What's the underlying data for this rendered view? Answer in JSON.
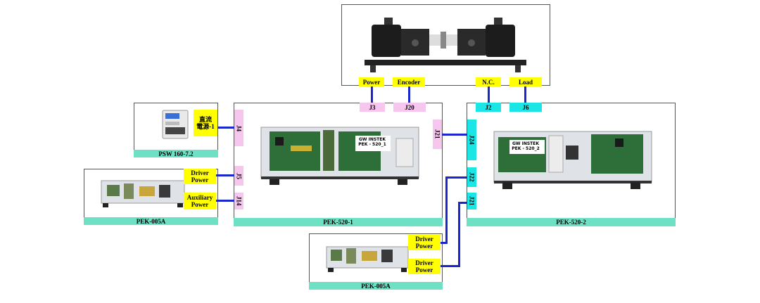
{
  "colors": {
    "label": "#ffff00",
    "connector_cyan": "#1ce5e5",
    "connector_pink": "#f7c6ee",
    "caption": "#6ee0c4",
    "wire": "#1a27cc"
  },
  "motor": {
    "terminals": {
      "power": "Power",
      "encoder": "Encoder",
      "nc": "N.C.",
      "load": "Load"
    },
    "connectors": {
      "j3": "J3",
      "j20": "J20",
      "j2": "J2",
      "j6": "J6"
    }
  },
  "psw": {
    "caption": "PSW 160-7.2",
    "label": "直流\n電源-1"
  },
  "pek005_left": {
    "caption": "PEK-005A",
    "driver_power": "Driver\nPower",
    "aux_power": "Auxiliary\nPower"
  },
  "pek520_1": {
    "caption": "PEK-520-1",
    "connectors": {
      "j4": "J4",
      "j5": "J5",
      "j14": "J14",
      "j21": "J21"
    },
    "board_text": "GW INSTEK\nPEK - 520_1"
  },
  "pek520_2": {
    "caption": "PEK-520-2",
    "connectors": {
      "j24": "J24",
      "j22": "J22",
      "j21": "J21"
    },
    "board_text": "GW INSTEK\nPEK - 520_2"
  },
  "pek005_bottom": {
    "caption": "PEK-005A",
    "driver_power_1": "Driver\nPower",
    "driver_power_2": "Driver\nPower"
  }
}
